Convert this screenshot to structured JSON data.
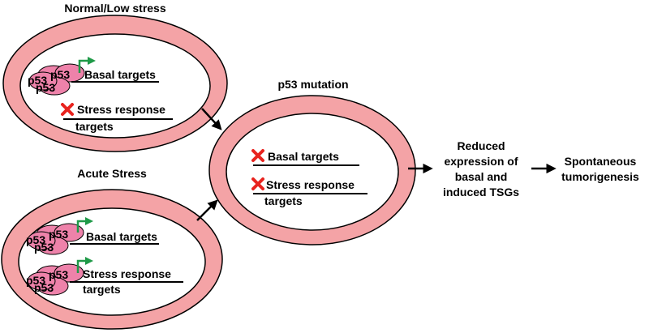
{
  "colors": {
    "membrane": "#f4a3a6",
    "p53_fill": "#ee82aa",
    "arrow_green": "#1f9a48",
    "x_red": "#e8231e",
    "text": "#000000"
  },
  "icons": [
    "arrow-right-icon",
    "transcription-arrow-icon",
    "x-mark-icon"
  ],
  "cells": {
    "normal": {
      "title": "Normal/Low stress",
      "protein": "p53",
      "basal_targets": "Basal targets",
      "stress_response_line1": "Stress response",
      "stress_response_line2": "targets"
    },
    "acute": {
      "title": "Acute Stress",
      "protein": "p53",
      "basal_targets": "Basal targets",
      "stress_response_line1": "Stress response",
      "stress_response_line2": "targets"
    },
    "mutation": {
      "title": "p53 mutation",
      "basal_targets": "Basal targets",
      "stress_response_line1": "Stress response",
      "stress_response_line2": "targets"
    }
  },
  "outcomes": {
    "reduced": [
      "Reduced",
      "expression of",
      "basal and",
      "induced TSGs"
    ],
    "spontaneous": [
      "Spontaneous",
      "tumorigenesis"
    ]
  }
}
